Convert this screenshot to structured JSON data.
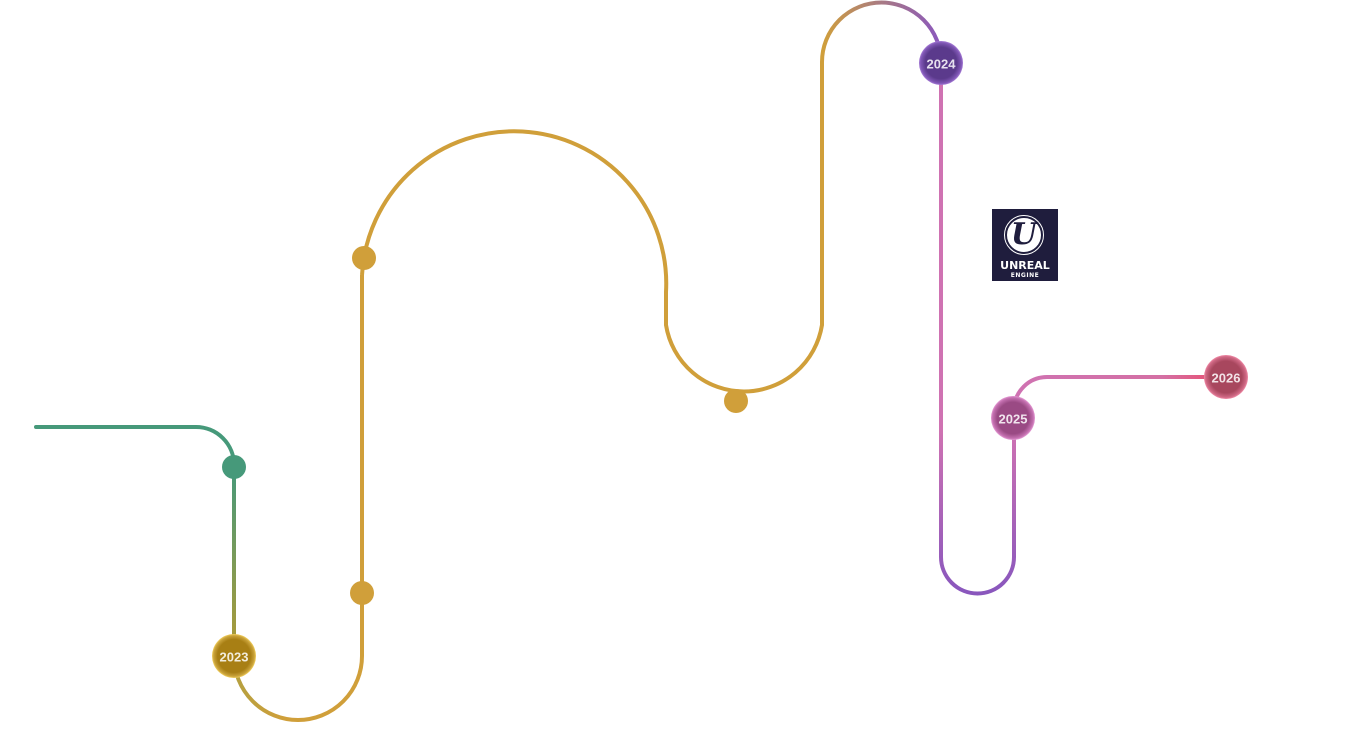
{
  "timeline": {
    "milestones": [
      {
        "id": "2023",
        "label": "2023",
        "fill": "#a87f14",
        "ring": "#f2cf5b"
      },
      {
        "id": "2024",
        "label": "2024",
        "fill": "#5b3a8c",
        "ring": "#a57ad6"
      },
      {
        "id": "2025",
        "label": "2025",
        "fill": "#9a4a84",
        "ring": "#e59ad4"
      },
      {
        "id": "2026",
        "label": "2026",
        "fill": "#a8475e",
        "ring": "#f08aa6"
      }
    ],
    "colors": {
      "green": "#46997a",
      "gold": "#d09f3a",
      "purple": "#8a57bd",
      "pink": "#cf72b2",
      "red": "#e6506e"
    },
    "logo": {
      "name": "Unreal Engine",
      "glyph": "U",
      "word": "UNREAL",
      "sub": "ENGINE"
    }
  }
}
